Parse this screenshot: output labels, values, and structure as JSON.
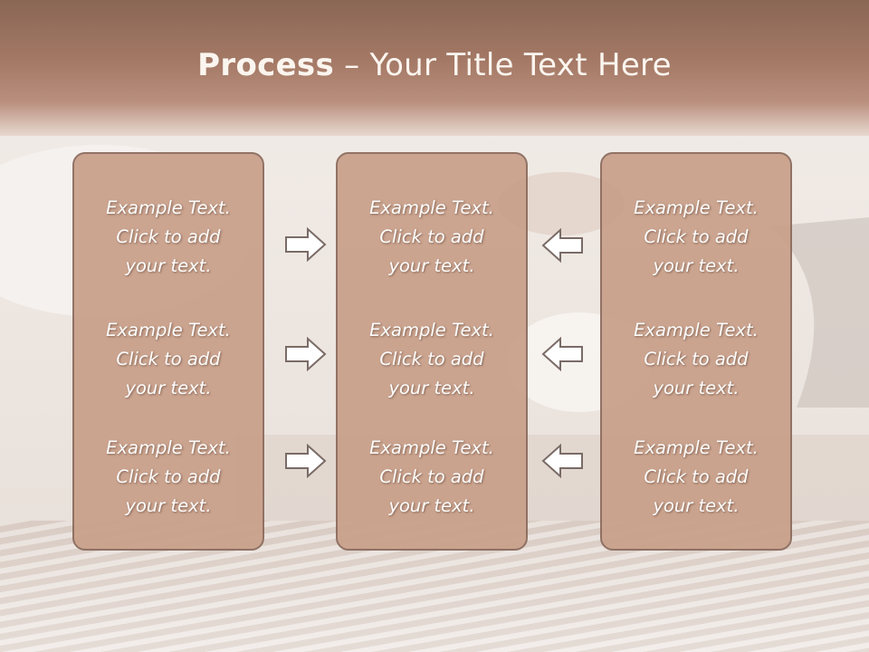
{
  "title": {
    "bold": "Process",
    "rest": " – Your Title Text Here"
  },
  "panels": [
    {
      "blocks": [
        {
          "line1": "Example Text.",
          "line2": "Click  to add",
          "line3": "your text."
        },
        {
          "line1": "Example Text.",
          "line2": "Click  to add",
          "line3": "your text."
        },
        {
          "line1": "Example Text.",
          "line2": "Click  to add",
          "line3": "your text."
        }
      ]
    },
    {
      "blocks": [
        {
          "line1": "Example Text.",
          "line2": "Click  to add",
          "line3": "your text."
        },
        {
          "line1": "Example Text.",
          "line2": "Click  to add",
          "line3": "your text."
        },
        {
          "line1": "Example Text.",
          "line2": "Click  to add",
          "line3": "your text."
        }
      ]
    },
    {
      "blocks": [
        {
          "line1": "Example Text.",
          "line2": "Click  to add",
          "line3": "your text."
        },
        {
          "line1": "Example Text.",
          "line2": "Click  to add",
          "line3": "your text."
        },
        {
          "line1": "Example Text.",
          "line2": "Click  to add",
          "line3": "your text."
        }
      ]
    }
  ],
  "arrows": {
    "left_column": "right-arrow-icon",
    "right_column": "left-arrow-icon"
  },
  "colors": {
    "header": "#a47966",
    "panel": "#c9a08a",
    "panel_border": "#8a6a5c",
    "arrow_fill": "#ffffff",
    "arrow_stroke": "#7a6b66"
  }
}
